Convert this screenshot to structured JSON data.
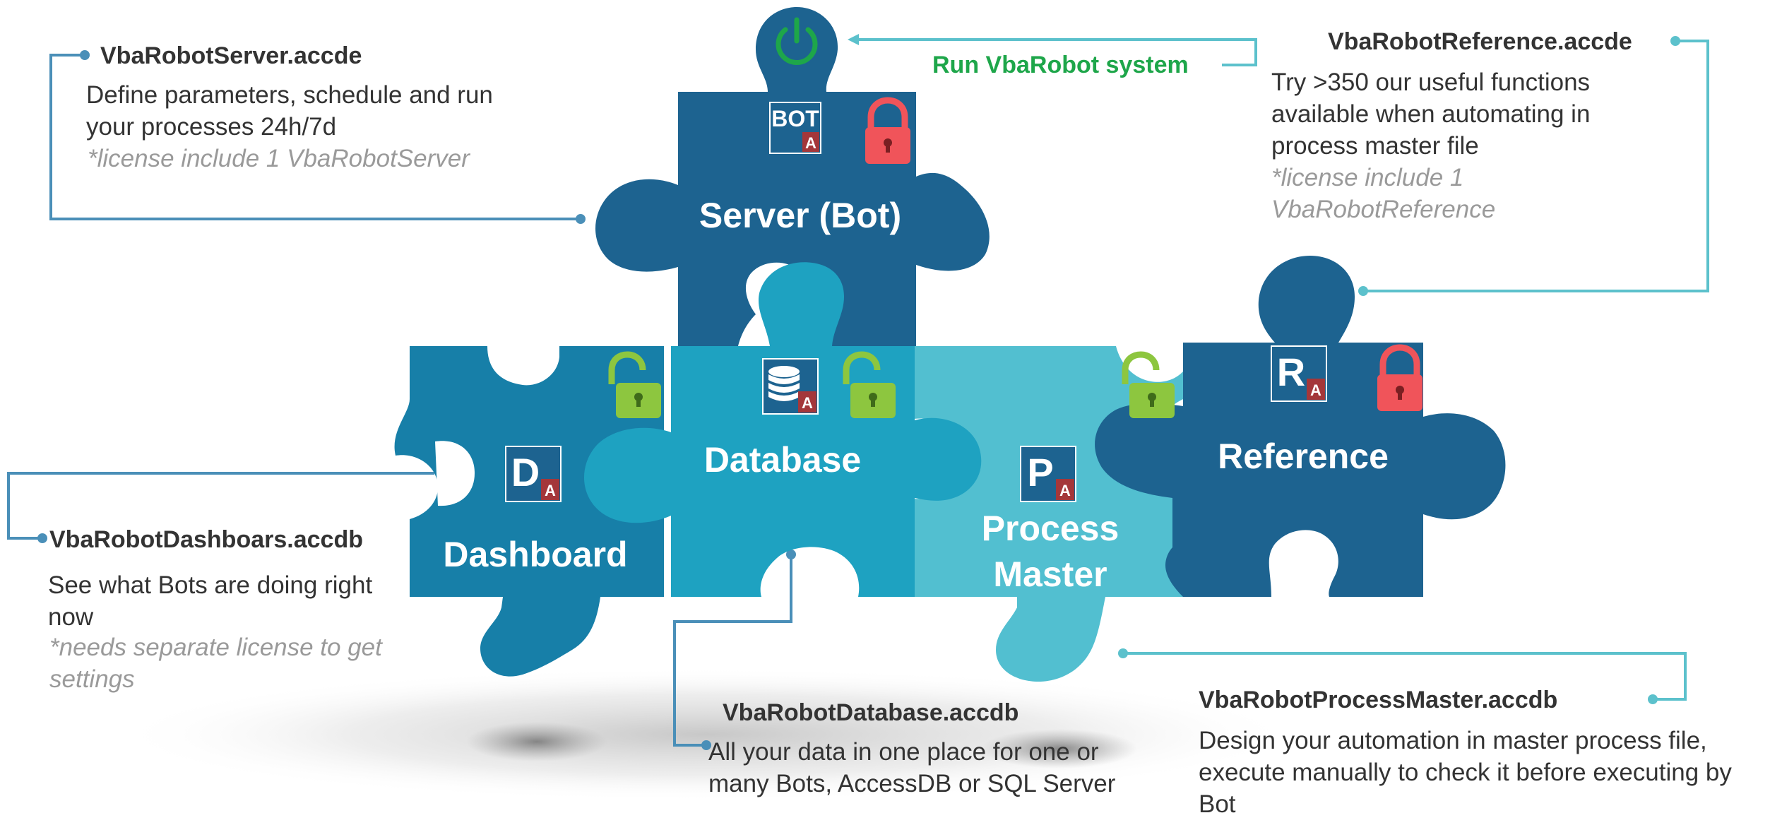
{
  "colors": {
    "server_piece": "#1d6390",
    "dashboard_piece": "#177fa8",
    "database_piece": "#1ea2c1",
    "process_piece": "#52bfd0",
    "reference_piece": "#1d6390",
    "lock_locked": "#f0545a",
    "lock_unlocked": "#8dc63f",
    "power_icon": "#1ea64a",
    "callout_left": "#4a8fb8",
    "callout_right": "#5cc1cc"
  },
  "top_action": {
    "label": "Run VbaRobot system",
    "icon": "power-icon"
  },
  "pieces": {
    "server": {
      "label": "Server (Bot)",
      "badge": "BOT",
      "badge_sub": "A",
      "lock": "locked"
    },
    "database": {
      "label": "Database",
      "badge_sub": "A",
      "lock": "unlocked"
    },
    "dashboard": {
      "label": "Dashboard",
      "badge": "D",
      "badge_sub": "A",
      "lock": "unlocked"
    },
    "process": {
      "label_line1": "Process",
      "label_line2": "Master",
      "badge": "P",
      "badge_sub": "A",
      "lock": "unlocked"
    },
    "reference": {
      "label": "Reference",
      "badge": "R",
      "badge_sub": "A",
      "lock": "locked"
    }
  },
  "callouts": {
    "server": {
      "title": "VbaRobotServer.accde",
      "desc": "Define parameters, schedule and run your processes 24h/7d",
      "note": "*license include 1 VbaRobotServer"
    },
    "reference": {
      "title": "VbaRobotReference.accde",
      "desc": "Try >350 our useful functions available when automating in process master file",
      "note": "*license include 1 VbaRobotReference"
    },
    "dashboard": {
      "title": "VbaRobotDashboars.accdb",
      "desc": "See what Bots are doing right now",
      "note": "*needs separate license to get settings"
    },
    "database": {
      "title": "VbaRobotDatabase.accdb",
      "desc": "All your data in one place for one or many Bots, AccessDB or SQL Server"
    },
    "process": {
      "title": "VbaRobotProcessMaster.accdb",
      "desc": "Design your automation in master process file, execute manually to check it before executing by Bot"
    }
  }
}
